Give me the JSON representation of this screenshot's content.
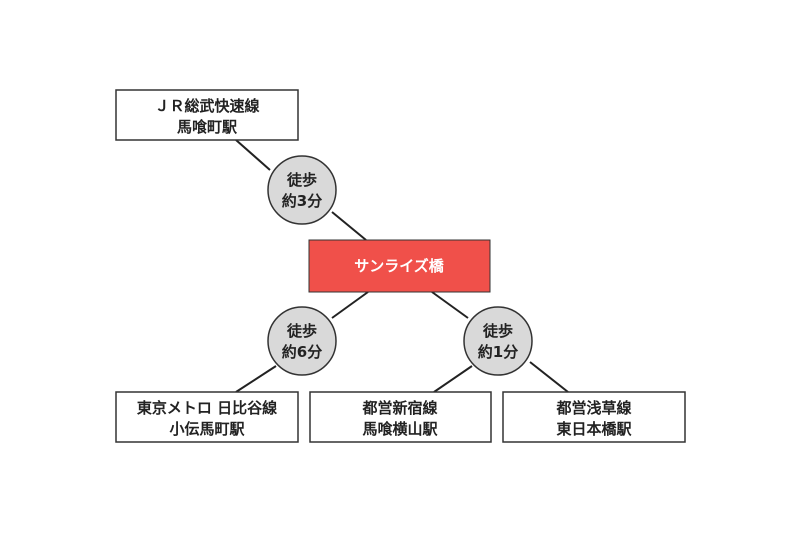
{
  "destination": {
    "label": "サンライズ橋",
    "fill_color": "#f0504a",
    "text_color": "#ffffff"
  },
  "stations": [
    {
      "id": "bakurocho",
      "line1": "ＪＲ総武快速線",
      "line2": "馬喰町駅"
    },
    {
      "id": "kodemmacho",
      "line1": "東京メトロ 日比谷線",
      "line2": "小伝馬町駅"
    },
    {
      "id": "bakuro-yokoyama",
      "line1": "都営新宿線",
      "line2": "馬喰横山駅"
    },
    {
      "id": "higashi-nihombashi",
      "line1": "都営浅草線",
      "line2": "東日本橋駅"
    }
  ],
  "walks": [
    {
      "id": "walk-bakurocho",
      "line1": "徒歩",
      "line2": "約3分"
    },
    {
      "id": "walk-kodemmacho",
      "line1": "徒歩",
      "line2": "約6分"
    },
    {
      "id": "walk-shared",
      "line1": "徒歩",
      "line2": "約1分"
    }
  ]
}
